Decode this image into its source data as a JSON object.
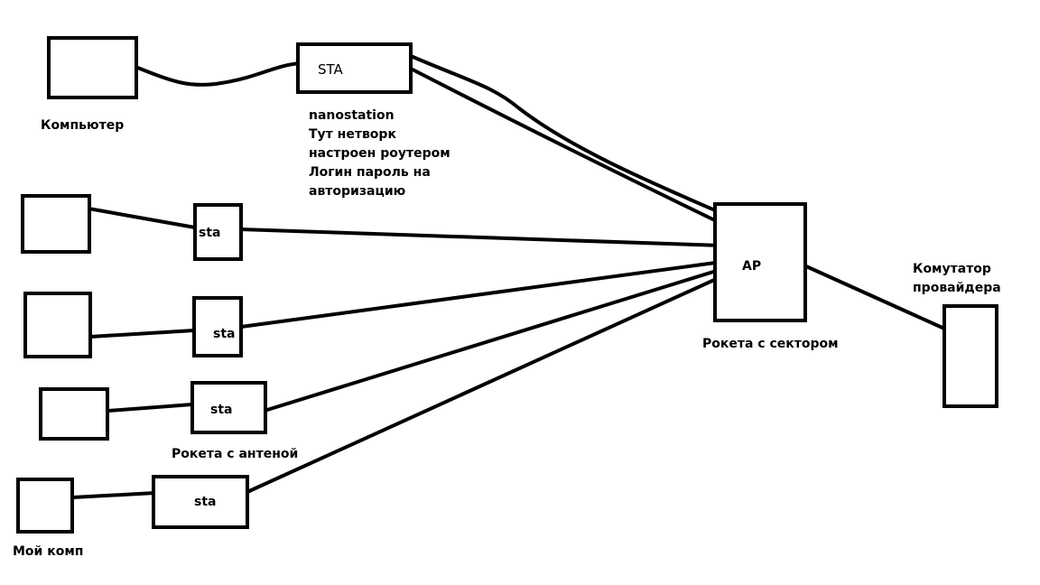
{
  "nodes": {
    "computer_label": "Компьютер",
    "sta_main": "STA",
    "nanostation_notes": [
      "nanostation",
      "Тут нетворк",
      "настроен роутером",
      "Логин пароль на",
      "авторизацию"
    ],
    "sta_1": "sta",
    "sta_2": "sta",
    "sta_3": "sta",
    "sta_4": "sta",
    "rocket_antenna_label": "Рокета с антеной",
    "my_comp_label": "Мой комп",
    "ap": "AP",
    "ap_label": "Рокета с сектором",
    "switch_label": [
      "Комутатор",
      "провайдера"
    ]
  }
}
